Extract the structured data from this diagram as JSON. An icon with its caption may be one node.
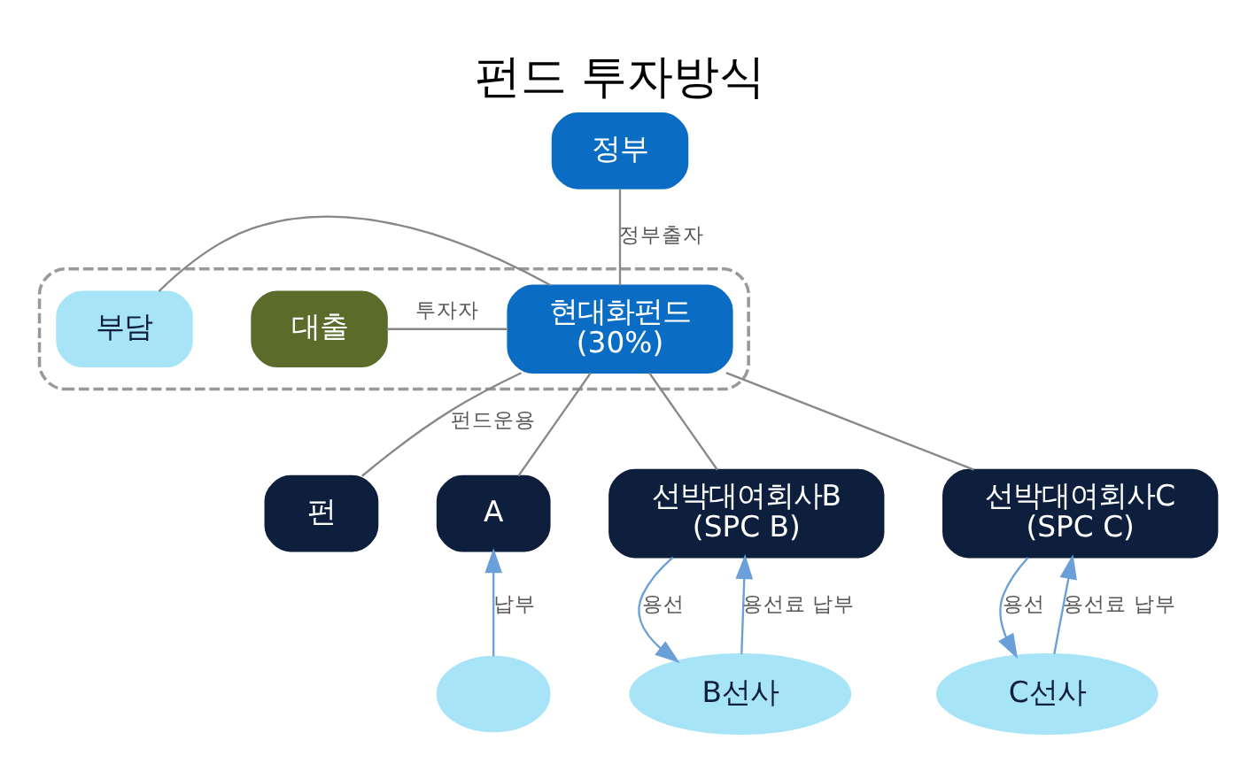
{
  "diagram": {
    "title": "펀드 투자방식",
    "nodes": [
      {
        "text": [
          "정부"
        ]
      },
      {
        "text": [],
        "shape": "box"
      },
      {
        "text": [
          "현대화펀드",
          "(30%)"
        ],
        "in": 1
      },
      {
        "text": [
          "대출"
        ],
        "in": 1
      },
      {
        "text": [
          "부담"
        ],
        "in": 1
      },
      {
        "text": [
          "펀"
        ]
      },
      {
        "text": [
          "A"
        ]
      },
      {
        "text": [
          "선박대여회사B",
          "(SPC B)"
        ]
      },
      {
        "text": [
          "선박대여회사C",
          "(SPC C)"
        ]
      },
      {
        "text": [],
        "shape": "ellipse"
      },
      {
        "text": [
          "B선사"
        ]
      },
      {
        "text": [
          "C선사"
        ]
      }
    ],
    "edges": [
      {
        "from": 0,
        "to": 2,
        "arrow": "none",
        "label": "정부출자"
      },
      {
        "from": 3,
        "to": 2,
        "arrow": "none",
        "label": "투자자"
      },
      {
        "from": 4,
        "to": 2,
        "arrow": "none"
      },
      {
        "from": 2,
        "to": 5,
        "arrow": "none",
        "label": "펀드운용"
      },
      {
        "from": 2,
        "to": 6,
        "arrow": "none"
      },
      {
        "from": 2,
        "to": 7,
        "arrow": "none"
      },
      {
        "from": 2,
        "to": 8,
        "arrow": "none"
      },
      {
        "from": 9,
        "to": 6,
        "arrow": "to",
        "label": "납부"
      },
      {
        "from": 7,
        "to": 10,
        "arrow": "to",
        "label": "용선"
      },
      {
        "from": 10,
        "to": 7,
        "arrow": "to",
        "label": "용선료 납부"
      },
      {
        "from": 8,
        "to": 11,
        "arrow": "to",
        "label": "용선"
      },
      {
        "from": 11,
        "to": 8,
        "arrow": "to",
        "label": "용선료 납부"
      }
    ]
  }
}
